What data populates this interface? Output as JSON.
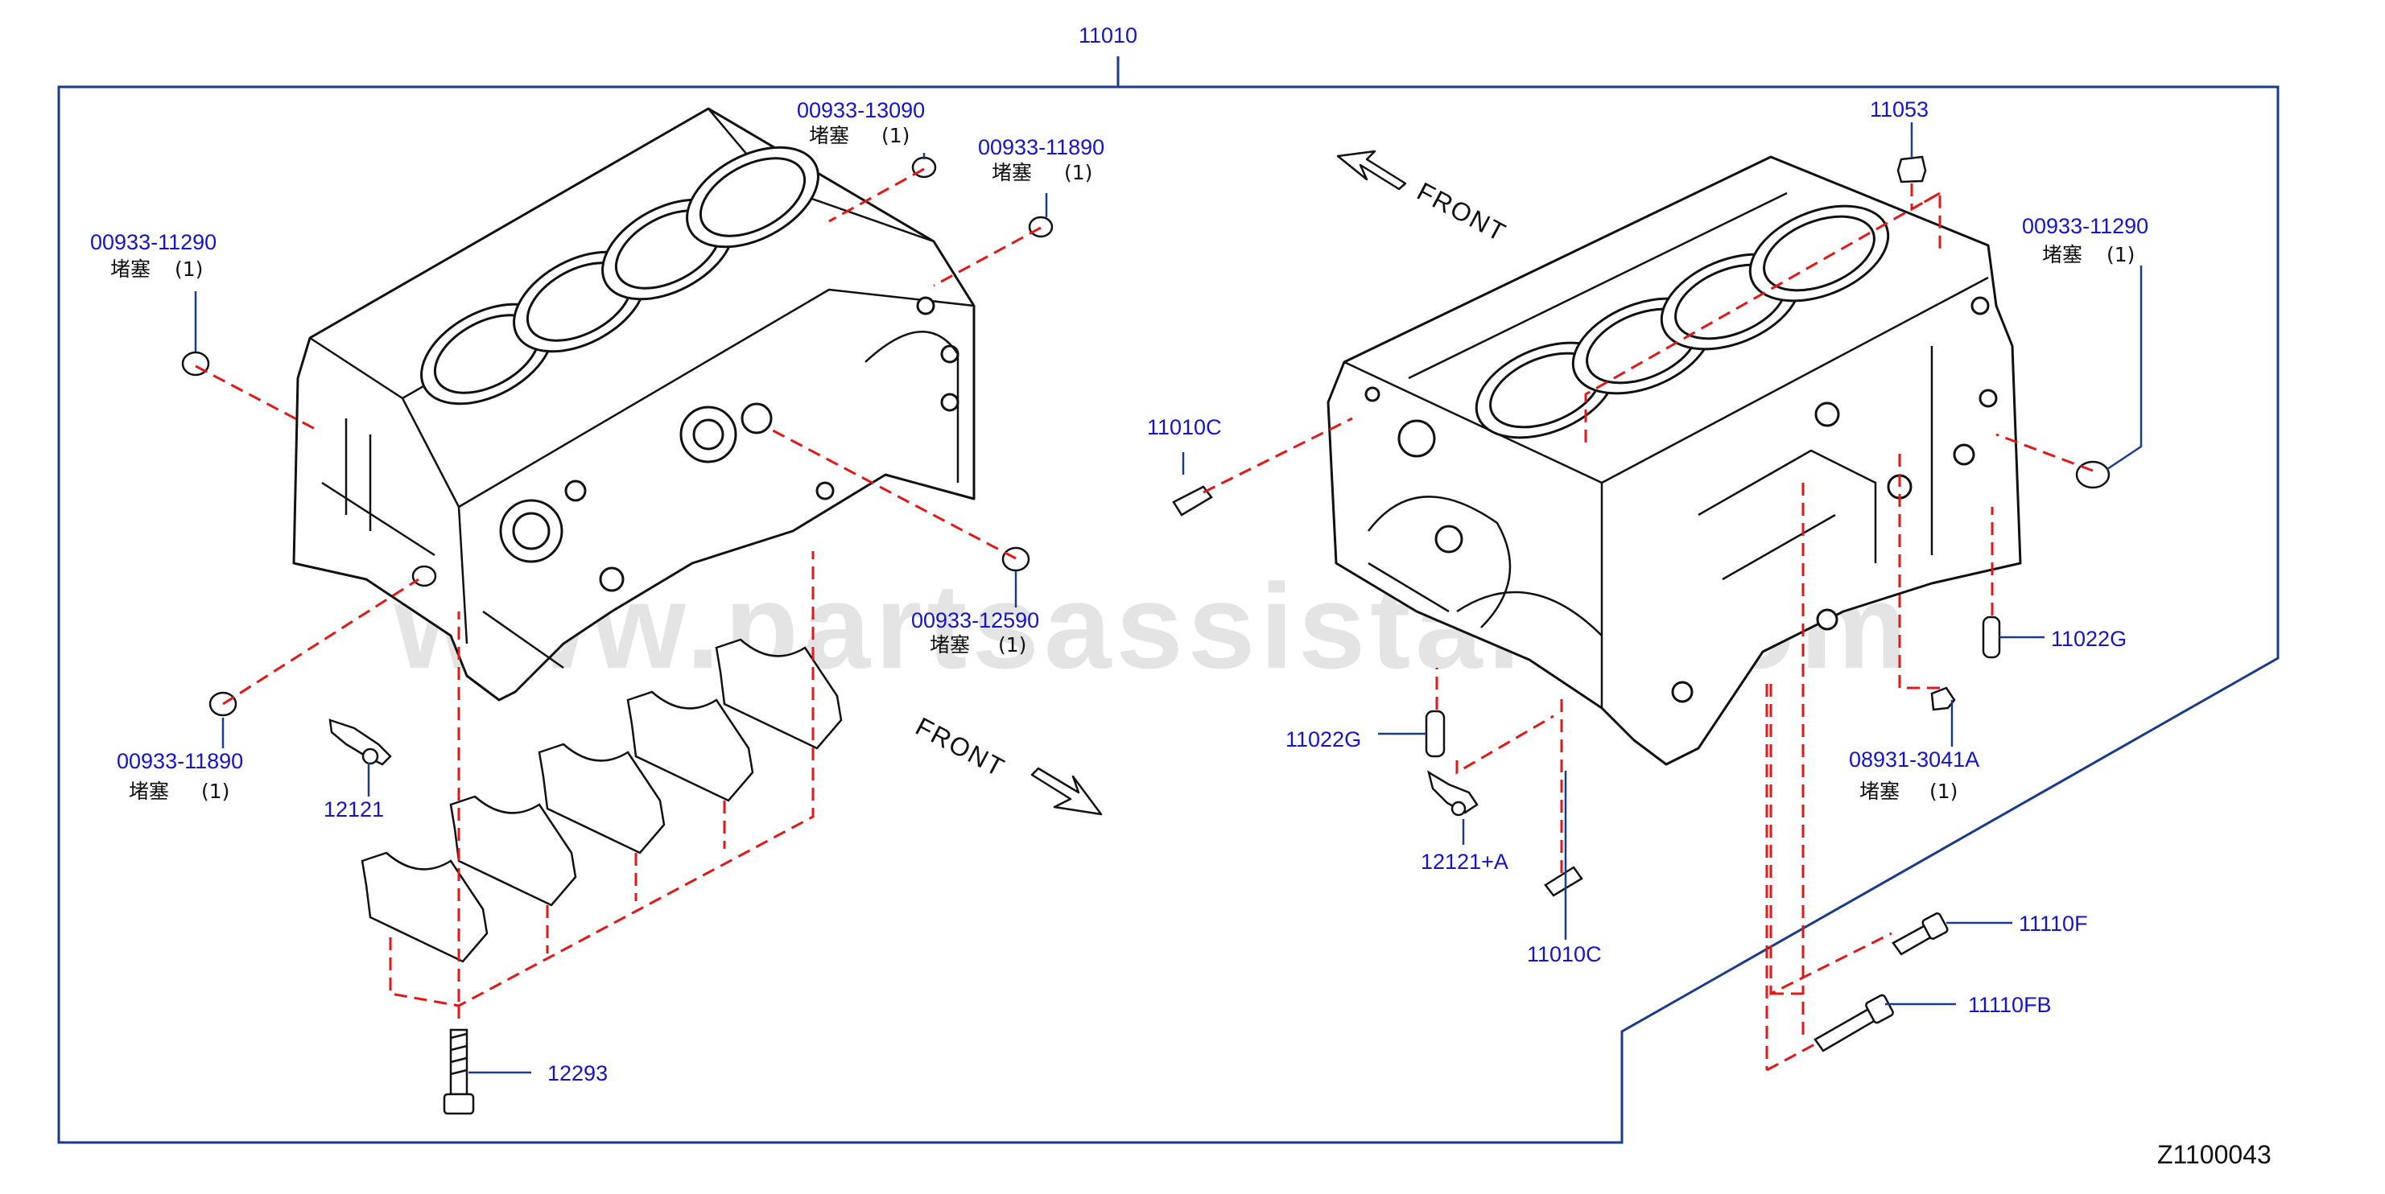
{
  "diagram": {
    "assembly_label": "11010",
    "figure_code": "Z1100043",
    "watermark": "www.partsassistant.com",
    "front_labels": [
      "FRONT",
      "FRONT"
    ],
    "parts": [
      {
        "code": "00933-13090",
        "note": "堵塞",
        "qty": "(1)"
      },
      {
        "code": "00933-11890",
        "note": "堵塞",
        "qty": "(1)"
      },
      {
        "code": "00933-11290",
        "note": "堵塞",
        "qty": "(1)"
      },
      {
        "code": "00933-12590",
        "note": "堵塞",
        "qty": "(1)"
      },
      {
        "code": "00933-11890",
        "note": "堵塞",
        "qty": "(1)"
      },
      {
        "code": "12121"
      },
      {
        "code": "12293"
      },
      {
        "code": "11053"
      },
      {
        "code": "00933-11290",
        "note": "堵塞",
        "qty": "(1)"
      },
      {
        "code": "11010C"
      },
      {
        "code": "11022G"
      },
      {
        "code": "11022G"
      },
      {
        "code": "08931-3041A",
        "note": "堵塞",
        "qty": "(1)"
      },
      {
        "code": "12121+A"
      },
      {
        "code": "11010C"
      },
      {
        "code": "11110F"
      },
      {
        "code": "11110FB"
      }
    ]
  }
}
